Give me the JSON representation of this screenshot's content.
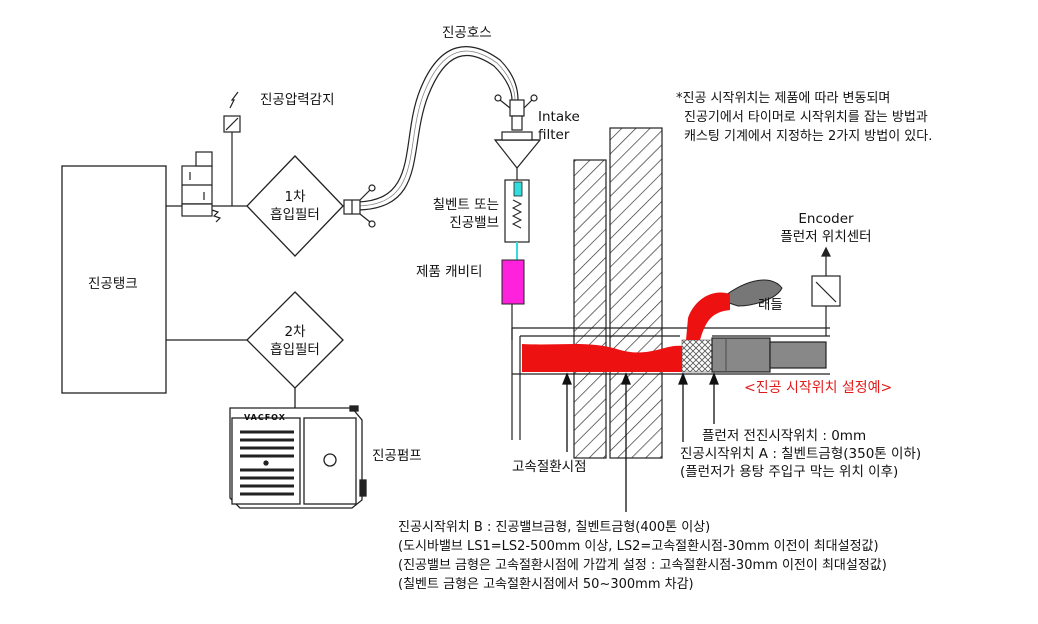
{
  "labels": {
    "vacuum_tank": "진공탱크",
    "pressure_sensor": "진공압력감지",
    "filter1_line1": "1차",
    "filter1_line2": "흡입필터",
    "filter2_line1": "2차",
    "filter2_line2": "흡입필터",
    "vacuum_hose": "진공호스",
    "intake_line1": "Intake",
    "intake_line2": "filter",
    "chill_line1": "칠벤트 또는",
    "chill_line2": "진공밸브",
    "cavity": "제품 캐비티",
    "pump": "진공펌프",
    "pump_brand": "VACFOX",
    "encoder_line1": "Encoder",
    "encoder_line2": "플런저 위치센터",
    "ladle": "래들",
    "setting_example": "<진공 시작위치 설정예>",
    "high_speed_point": "고속절환시점"
  },
  "note_lines": [
    "*진공 시작위치는 제품에 따라 변동되며",
    "진공기에서 타이머로 시작위치를 잡는 방법과",
    "캐스팅 기계에서 지정하는 2가지 방법이 있다."
  ],
  "position_a_lines": [
    "플런저 전진시작위치 : 0mm",
    "진공시작위치 A : 칠벤트금형(350톤 이하)",
    "(플런저가 용탕 주입구 막는 위치 이후)"
  ],
  "position_b_lines": [
    "진공시작위치 B : 진공밸브금형, 칠벤트금형(400톤 이상)",
    "(도시바밸브 LS1=LS2-500mm 이상, LS2=고속절환시점-30mm 이전이 최대설정값)",
    "(진공밸브 금형은 고속절환시점에 가깝게 설정 : 고속절환시점-30mm 이전이 최대설정값)",
    "(칠벤트 금형은 고속절환시점에서 50~300mm 차감)"
  ],
  "colors": {
    "molten_metal": "#ee1111",
    "cavity": "#ff22dd",
    "vacuum_line": "#33dddd",
    "highlight_text": "#e21b1b"
  }
}
